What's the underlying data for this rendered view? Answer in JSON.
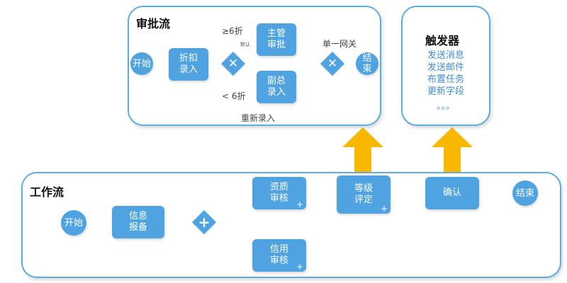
{
  "approval": {
    "title": "审批流",
    "start": "开始",
    "discount_entry": [
      "折扣",
      "录入"
    ],
    "manager_approve": [
      "主管",
      "审批"
    ],
    "vp_entry": [
      "副总",
      "录入"
    ],
    "end": [
      "结",
      "束"
    ],
    "cond_ge": "≥6折",
    "cond_lt": "< 6折",
    "default_label": "默认",
    "single_gateway_label": "单一网关",
    "reentry_label": "重新录入"
  },
  "trigger": {
    "title": "触发器",
    "items": [
      "发送消息",
      "发送邮件",
      "布置任务",
      "更新字段",
      "。。。"
    ]
  },
  "workflow": {
    "title": "工作流",
    "start": "开始",
    "info_report": [
      "信息",
      "报备"
    ],
    "qualification_review": [
      "资质",
      "审核"
    ],
    "credit_review": [
      "信用",
      "审核"
    ],
    "grade_rating": [
      "等级",
      "评定"
    ],
    "confirm": "确认",
    "end": "结束",
    "plus_symbol": "+"
  },
  "colors": {
    "panel_border": "#5aaee0",
    "node_fill": "#4ea3e0",
    "connector": "#f5cf53",
    "big_arrow": "#f9b800",
    "trigger_text": "#3f8fd4"
  }
}
